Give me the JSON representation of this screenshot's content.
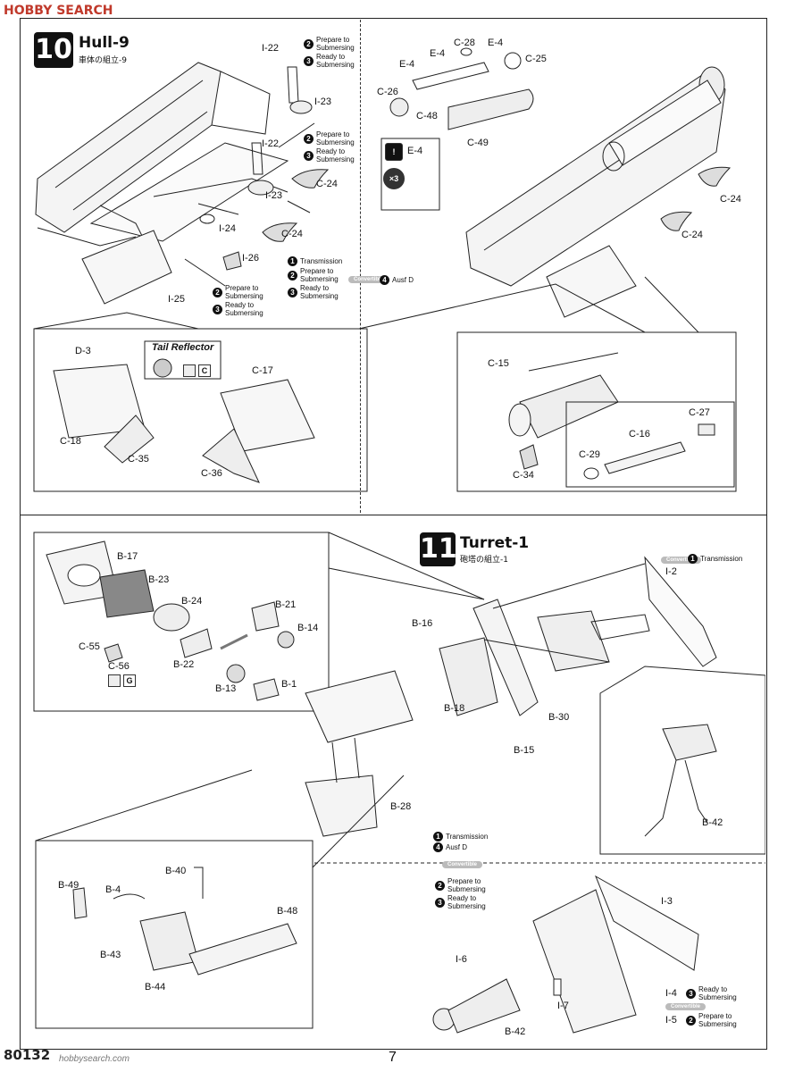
{
  "watermark_top": "HOBBY SEARCH",
  "watermark_bottom": "80132",
  "watermark_bottom_site": "hobbysearch.com",
  "page_number": "7",
  "step10": {
    "number": "10",
    "title": "Hull-9",
    "subtitle": "車体の組立-9",
    "labels": {
      "i22a": "I-22",
      "i23a": "I-23",
      "i22b": "I-22",
      "i23b": "I-23",
      "c24a": "C-24",
      "c24b": "C-24",
      "i24": "I-24",
      "i26": "I-26",
      "i25": "I-25",
      "c28": "C-28",
      "e4a": "E-4",
      "e4b": "E-4",
      "e4c": "E-4",
      "c25": "C-25",
      "c26": "C-26",
      "c48": "C-48",
      "c49": "C-49",
      "e4d": "E-4",
      "x3": "×3",
      "c24c": "C-24",
      "c24d": "C-24",
      "d3": "D-3",
      "c18": "C-18",
      "c35": "C-35",
      "c17": "C-17",
      "c36": "C-36",
      "tail_reflector": "Tail Reflector",
      "paint_c": "C",
      "c15": "C-15",
      "c27": "C-27",
      "c16": "C-16",
      "c29": "C-29",
      "c34": "C-34"
    },
    "options": {
      "prepare": "Prepare to Submersing",
      "ready": "Ready to Submersing",
      "transmission": "Transmission",
      "ausfd": "Ausf D",
      "convertible": "Convertible"
    }
  },
  "step11": {
    "number": "11",
    "title": "Turret-1",
    "subtitle": "砲塔の組立-1",
    "labels": {
      "b17": "B-17",
      "b23": "B-23",
      "b24": "B-24",
      "b21": "B-21",
      "b14": "B-14",
      "c55": "C-55",
      "b22": "B-22",
      "c56": "C-56",
      "paint_g": "G",
      "b13": "B-13",
      "b1": "B-1",
      "i2": "I-2",
      "b16": "B-16",
      "b18": "B-18",
      "b30": "B-30",
      "b15": "B-15",
      "b28": "B-28",
      "b42a": "B-42",
      "b40": "B-40",
      "b49": "B-49",
      "b4": "B-4",
      "b48": "B-48",
      "b43": "B-43",
      "b44": "B-44",
      "i3": "I-3",
      "i6": "I-6",
      "i7": "I-7",
      "i4": "I-4",
      "i5": "I-5",
      "b42b": "B-42"
    },
    "options": {
      "transmission": "Transmission",
      "ausfd": "Ausf D",
      "prepare": "Prepare to Submersing",
      "ready": "Ready to Submersing",
      "convertible": "Convertible"
    }
  }
}
